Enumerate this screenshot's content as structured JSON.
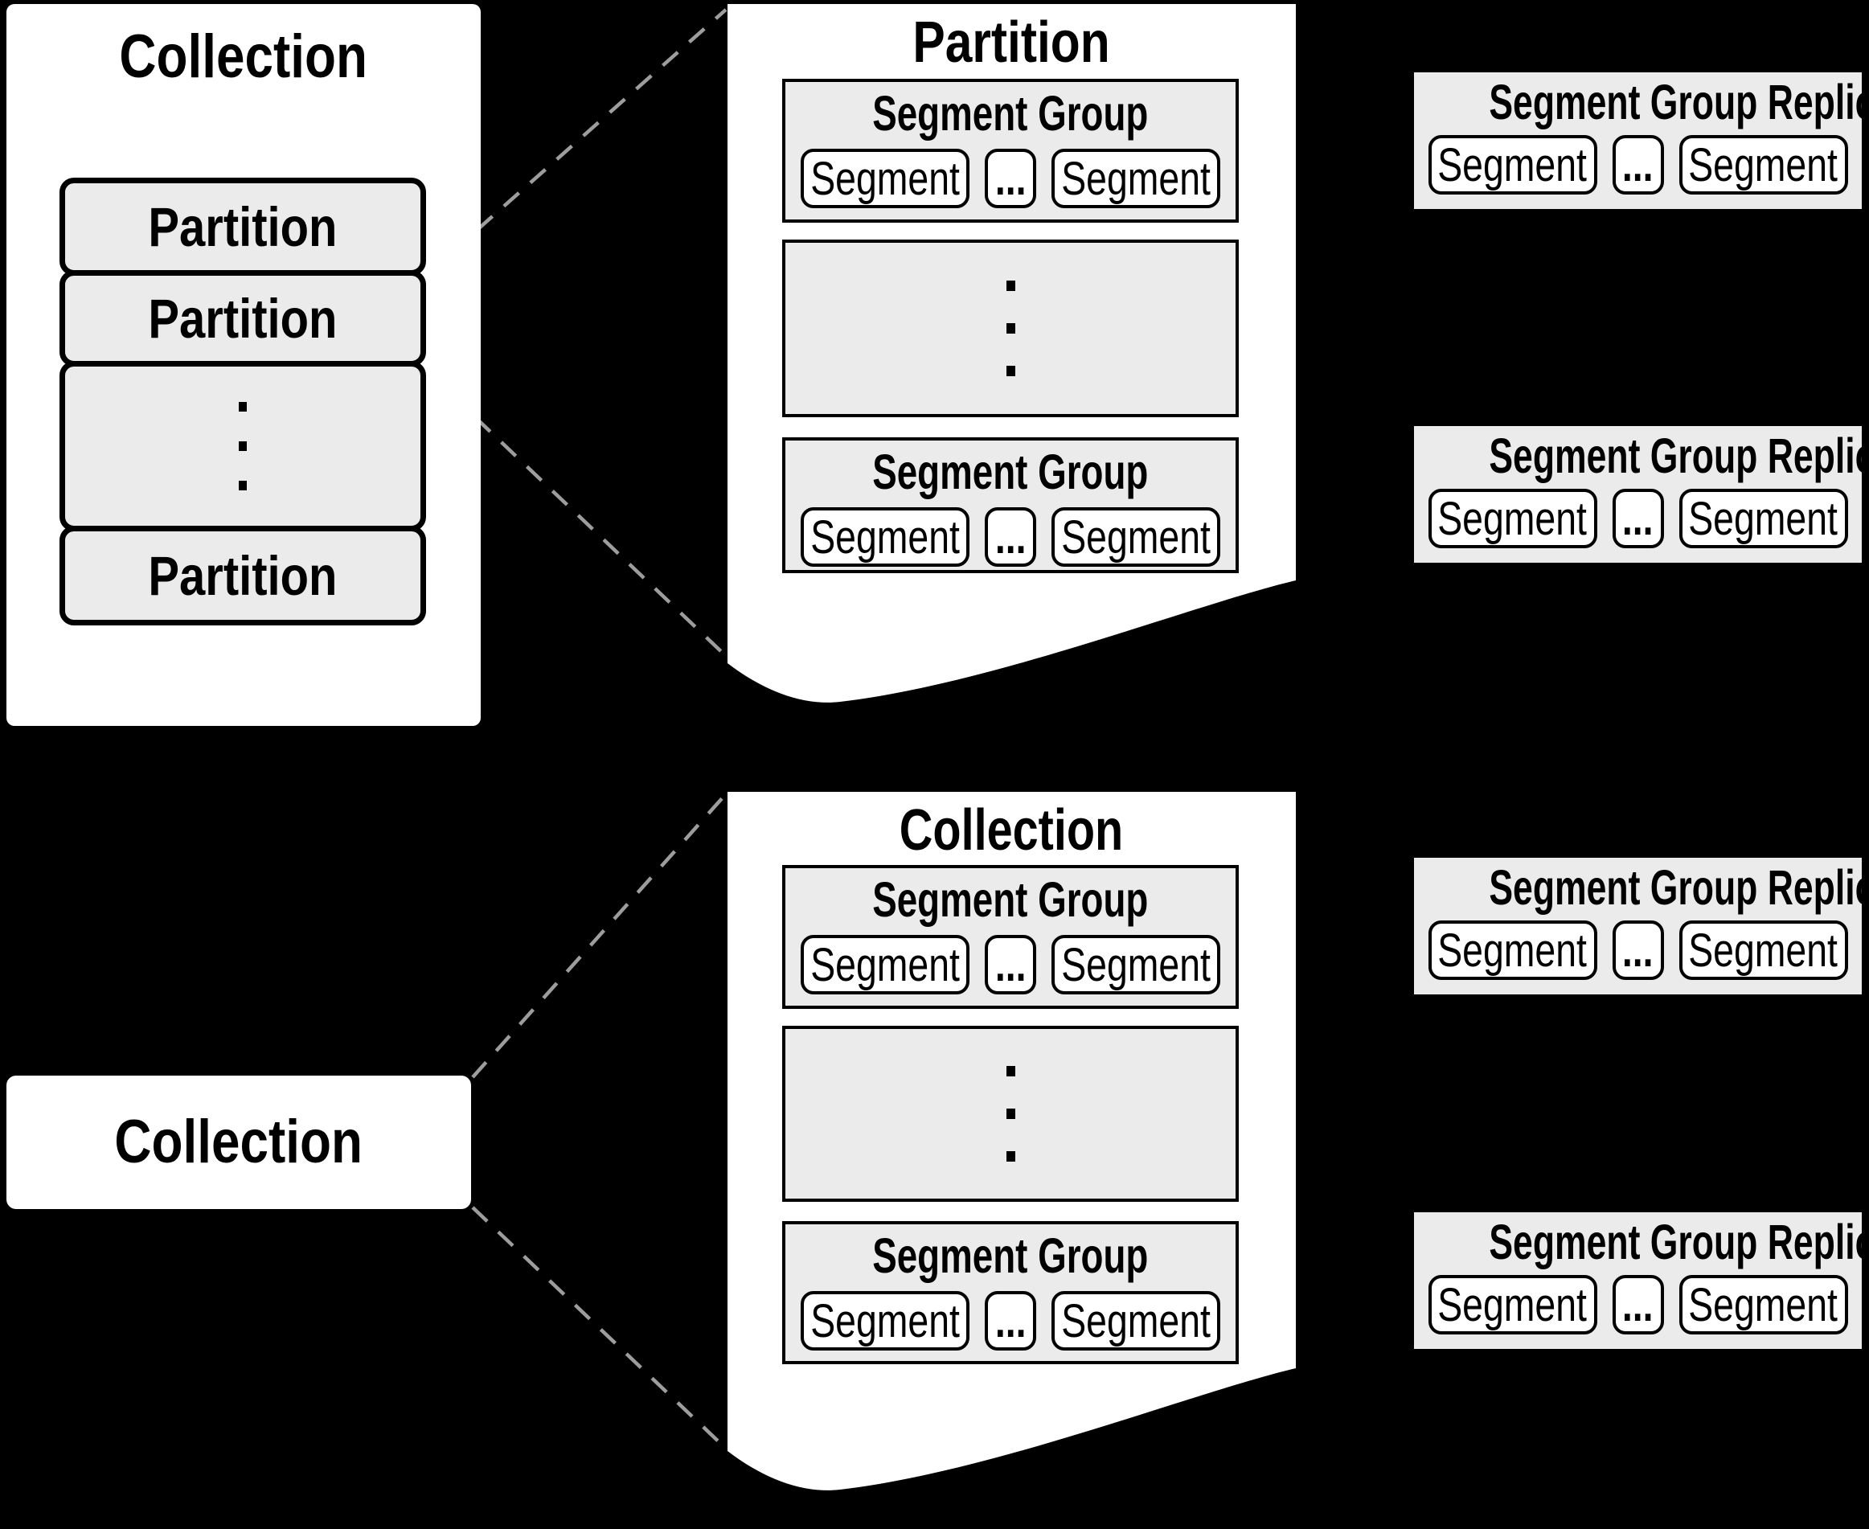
{
  "collection_box": {
    "title": "Collection",
    "partitions": [
      "Partition",
      "Partition",
      "Partition"
    ]
  },
  "partition_page": {
    "title": "Partition",
    "segment_group_top": "Segment Group",
    "segment_group_bottom": "Segment Group"
  },
  "collection_page": {
    "title": "Collection",
    "segment_group_top": "Segment Group",
    "segment_group_bottom": "Segment Group"
  },
  "collection_bar": {
    "title": "Collection"
  },
  "replicas": [
    {
      "title": "Segment Group Replica"
    },
    {
      "title": "Segment Group Replica"
    },
    {
      "title": "Segment Group Replica"
    },
    {
      "title": "Segment Group Replica"
    }
  ],
  "labels": {
    "segment": "Segment",
    "ellipsis": "..."
  },
  "icons": {
    "vertical_ellipsis": "three-stacked-dots"
  },
  "colors": {
    "background": "#000000",
    "panel": "#ffffff",
    "box_fill": "#ebebeb",
    "border": "#000000",
    "dashed_line": "#9d9d9d"
  }
}
